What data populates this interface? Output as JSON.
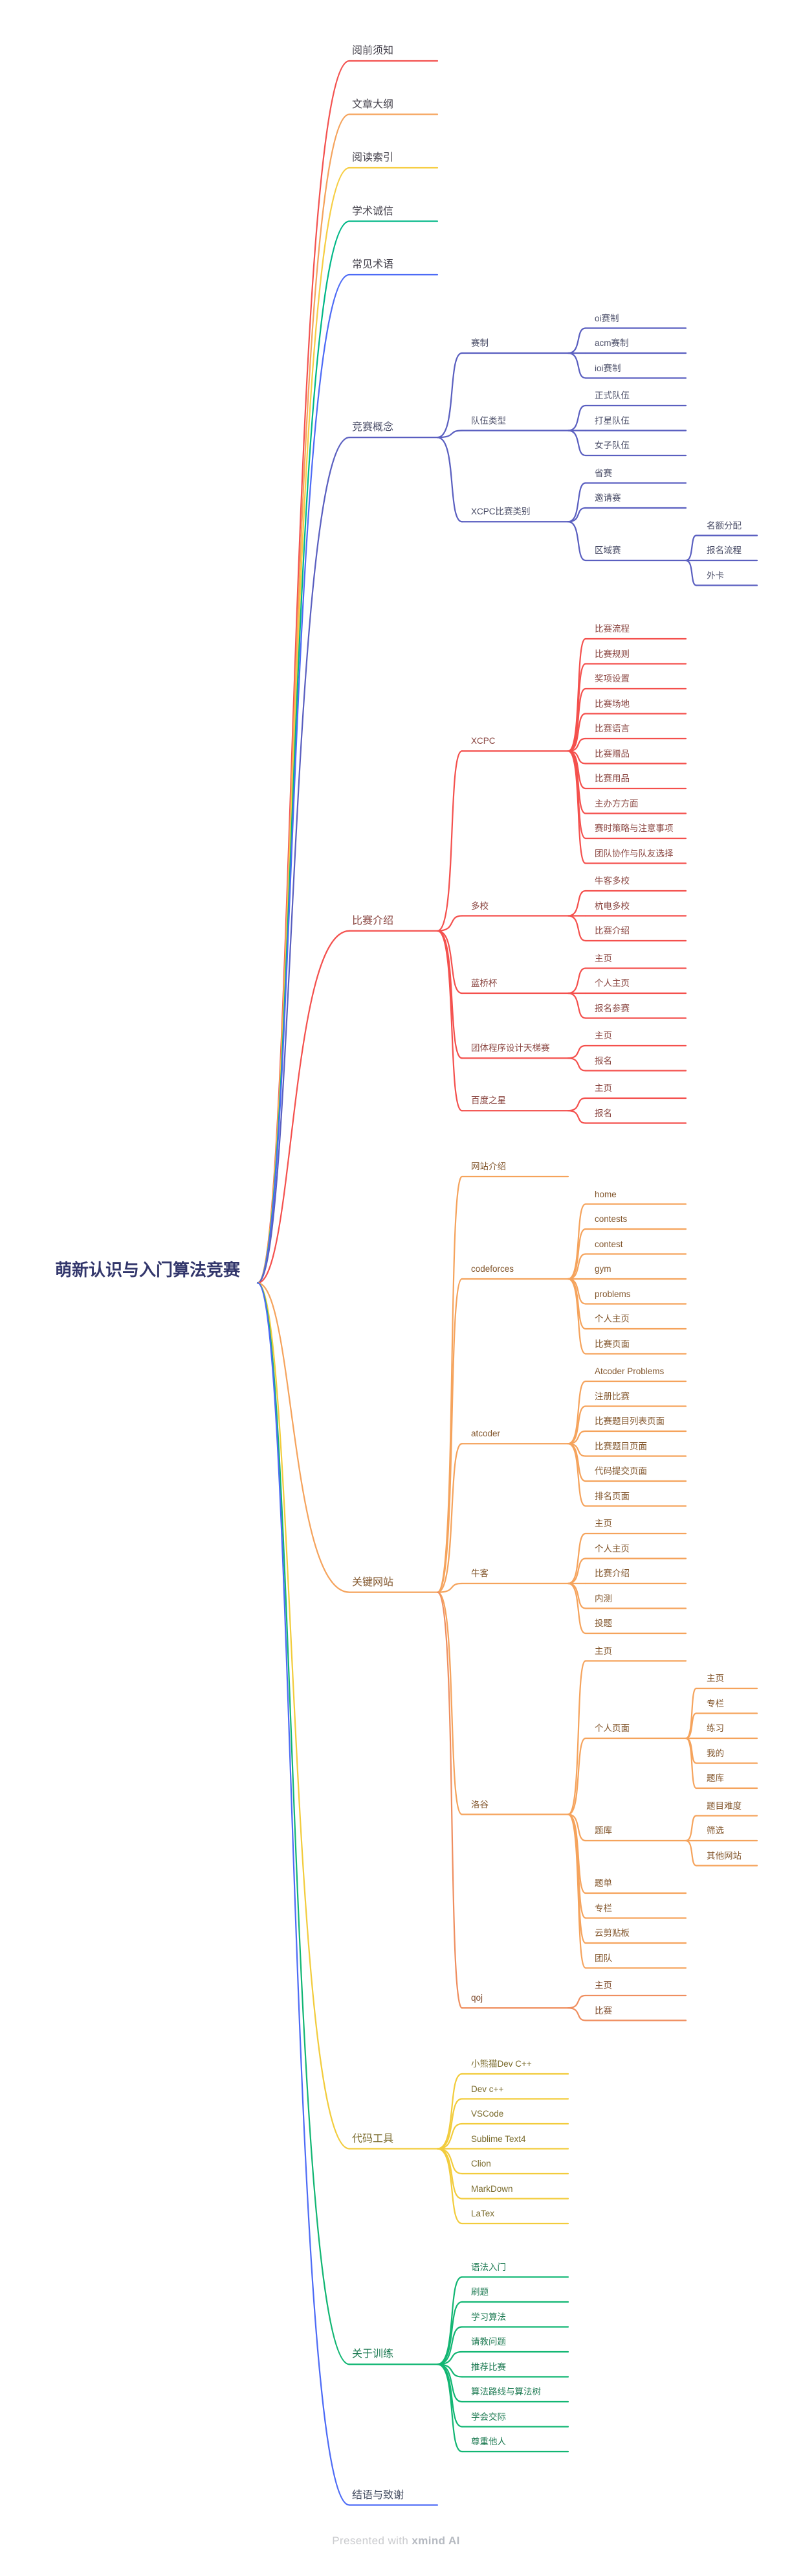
{
  "root": {
    "label": "萌新认识与入门算法竞赛"
  },
  "footer": {
    "prefix": "Presented with ",
    "brand": "xmind AI"
  },
  "branches": [
    {
      "label": "阅前须知",
      "color": "#f3514f",
      "text": "#45424c",
      "children": []
    },
    {
      "label": "文章大纲",
      "color": "#f5a35c",
      "text": "#45424c",
      "children": []
    },
    {
      "label": "阅读索引",
      "color": "#f6ce44",
      "text": "#45424c",
      "children": []
    },
    {
      "label": "学术诚信",
      "color": "#00b787",
      "text": "#45424c",
      "children": []
    },
    {
      "label": "常见术语",
      "color": "#4d6bf6",
      "text": "#45424c",
      "children": []
    },
    {
      "label": "竞赛概念",
      "color": "#5a5fc0",
      "text": "#494c66",
      "children": [
        {
          "label": "赛制",
          "children": [
            {
              "label": "oi赛制"
            },
            {
              "label": "acm赛制"
            },
            {
              "label": "ioi赛制"
            }
          ]
        },
        {
          "label": "队伍类型",
          "children": [
            {
              "label": "正式队伍"
            },
            {
              "label": "打星队伍"
            },
            {
              "label": "女子队伍"
            }
          ]
        },
        {
          "label": "XCPC比赛类别",
          "children": [
            {
              "label": "省赛"
            },
            {
              "label": "邀请赛"
            },
            {
              "label": "区域赛",
              "children": [
                {
                  "label": "名额分配"
                },
                {
                  "label": "报名流程"
                },
                {
                  "label": "外卡"
                }
              ]
            }
          ]
        }
      ]
    },
    {
      "label": "比赛介绍",
      "color": "#f4504d",
      "text": "#8a4540",
      "children": [
        {
          "label": "XCPC",
          "children": [
            {
              "label": "比赛流程"
            },
            {
              "label": "比赛规则"
            },
            {
              "label": "奖项设置"
            },
            {
              "label": "比赛场地"
            },
            {
              "label": "比赛语言"
            },
            {
              "label": "比赛赠品"
            },
            {
              "label": "比赛用品"
            },
            {
              "label": "主办方方面"
            },
            {
              "label": "赛时策略与注意事项"
            },
            {
              "label": "团队协作与队友选择"
            }
          ]
        },
        {
          "label": "多校",
          "children": [
            {
              "label": "牛客多校"
            },
            {
              "label": "杭电多校"
            },
            {
              "label": "比赛介绍"
            }
          ]
        },
        {
          "label": "蓝桥杯",
          "children": [
            {
              "label": "主页"
            },
            {
              "label": "个人主页"
            },
            {
              "label": "报名参赛"
            }
          ]
        },
        {
          "label": "团体程序设计天梯赛",
          "children": [
            {
              "label": "主页"
            },
            {
              "label": "报名"
            }
          ]
        },
        {
          "label": "百度之星",
          "children": [
            {
              "label": "主页"
            },
            {
              "label": "报名"
            }
          ]
        }
      ]
    },
    {
      "label": "关键网站",
      "color": "#f5a35c",
      "text": "#82562c",
      "children": [
        {
          "label": "网站介绍"
        },
        {
          "label": "codeforces",
          "children": [
            {
              "label": "home"
            },
            {
              "label": "contests"
            },
            {
              "label": "contest"
            },
            {
              "label": "gym"
            },
            {
              "label": "problems"
            },
            {
              "label": "个人主页"
            },
            {
              "label": "比赛页面"
            }
          ]
        },
        {
          "label": "atcoder",
          "children": [
            {
              "label": "Atcoder Problems"
            },
            {
              "label": "注册比赛"
            },
            {
              "label": "比赛题目列表页面"
            },
            {
              "label": "比赛题目页面"
            },
            {
              "label": "代码提交页面"
            },
            {
              "label": "排名页面"
            }
          ]
        },
        {
          "label": "牛客",
          "children": [
            {
              "label": "主页"
            },
            {
              "label": "个人主页"
            },
            {
              "label": "比赛介绍"
            },
            {
              "label": "内测"
            },
            {
              "label": "投题"
            }
          ]
        },
        {
          "label": "洛谷",
          "children": [
            {
              "label": "主页"
            },
            {
              "label": "个人页面",
              "children": [
                {
                  "label": "主页"
                },
                {
                  "label": "专栏"
                },
                {
                  "label": "练习"
                },
                {
                  "label": "我的"
                },
                {
                  "label": "题库"
                }
              ]
            },
            {
              "label": "题库",
              "children": [
                {
                  "label": "题目难度"
                },
                {
                  "label": "筛选"
                },
                {
                  "label": "其他网站"
                }
              ]
            },
            {
              "label": "题单"
            },
            {
              "label": "专栏"
            },
            {
              "label": "云剪贴板"
            },
            {
              "label": "团队"
            }
          ]
        },
        {
          "label": "qoj",
          "color": "#ef8e5f",
          "text": "#7d4a2b",
          "children": [
            {
              "label": "主页"
            },
            {
              "label": "比赛"
            }
          ]
        }
      ]
    },
    {
      "label": "代码工具",
      "color": "#f2cc3c",
      "text": "#7b6c2e",
      "children": [
        {
          "label": "小熊猫Dev C++"
        },
        {
          "label": "Dev c++"
        },
        {
          "label": "VSCode"
        },
        {
          "label": "Sublime Text4"
        },
        {
          "label": "Clion"
        },
        {
          "label": "MarkDown"
        },
        {
          "label": "LaTex"
        }
      ]
    },
    {
      "label": "关于训练",
      "color": "#12b673",
      "text": "#1d7a52",
      "children": [
        {
          "label": "语法入门"
        },
        {
          "label": "刷题"
        },
        {
          "label": "学习算法"
        },
        {
          "label": "请教问题"
        },
        {
          "label": "推荐比赛"
        },
        {
          "label": "算法路线与算法树"
        },
        {
          "label": "学会交际"
        },
        {
          "label": "尊重他人"
        }
      ]
    },
    {
      "label": "结语与致谢",
      "color": "#4d6bf6",
      "text": "#414a5e",
      "children": []
    }
  ]
}
